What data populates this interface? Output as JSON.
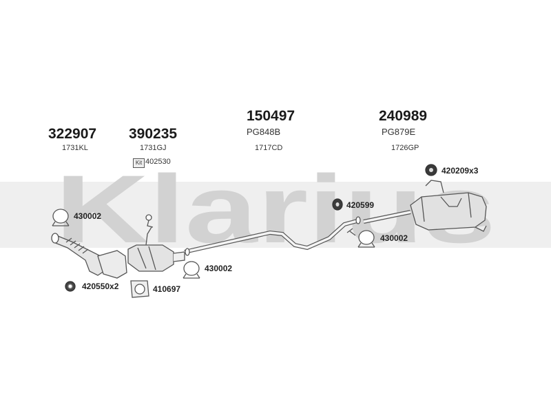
{
  "brand": {
    "watermark": "Klarius",
    "color": "#c9c9c9"
  },
  "assemblies": [
    {
      "id": "a1",
      "code": "322907",
      "sub": "1731KL"
    },
    {
      "id": "a2",
      "code": "390235",
      "sub": "1731GJ",
      "kit": "402530"
    },
    {
      "id": "a3",
      "code": "150497",
      "model": "PG848B",
      "sub": "1717CD"
    },
    {
      "id": "a4",
      "code": "240989",
      "model": "PG879E",
      "sub": "1726GP"
    }
  ],
  "parts": {
    "clamp_top_left": "430002",
    "clamp_middle": "430002",
    "clamp_right": "430002",
    "nut": "420550x2",
    "gasket": "410697",
    "rubber_mount": "420599",
    "mount_set": "420209x3"
  },
  "kit_icon_label": "Kit",
  "colors": {
    "line": "#555555",
    "part_fill": "#e6e6e6"
  }
}
